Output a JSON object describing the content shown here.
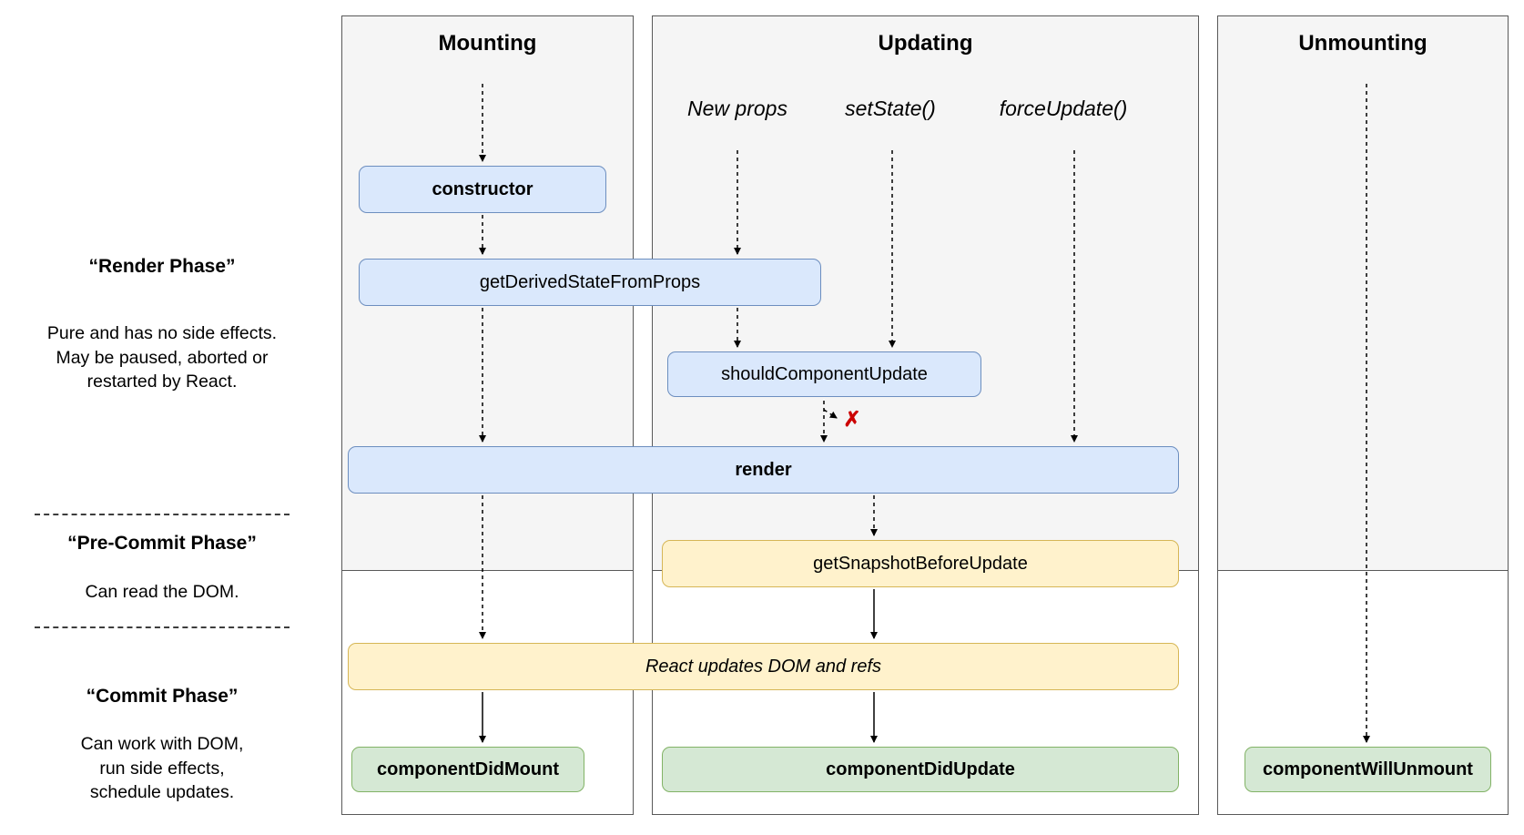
{
  "columns": [
    {
      "id": "mounting",
      "title": "Mounting"
    },
    {
      "id": "updating",
      "title": "Updating"
    },
    {
      "id": "unmounting",
      "title": "Unmounting"
    }
  ],
  "phases": [
    {
      "title": "“Render Phase”",
      "lines": [
        "Pure and has no side effects.",
        "May be paused, aborted or",
        "restarted by React."
      ]
    },
    {
      "title": "“Pre-Commit Phase”",
      "lines": [
        "Can read the DOM."
      ]
    },
    {
      "title": "“Commit Phase”",
      "lines": [
        "Can work with DOM,",
        "run side effects,",
        "schedule updates."
      ]
    }
  ],
  "triggers": [
    {
      "label": "New props"
    },
    {
      "label": "setState()"
    },
    {
      "label": "forceUpdate()"
    }
  ],
  "boxes": {
    "constructor": {
      "label": "constructor"
    },
    "getDerivedStateFromProps": {
      "label": "getDerivedStateFromProps"
    },
    "shouldComponentUpdate": {
      "label": "shouldComponentUpdate"
    },
    "render": {
      "label": "render"
    },
    "getSnapshotBeforeUpdate": {
      "label": "getSnapshotBeforeUpdate"
    },
    "reactUpdates": {
      "label": "React updates DOM and refs"
    },
    "componentDidMount": {
      "label": "componentDidMount"
    },
    "componentDidUpdate": {
      "label": "componentDidUpdate"
    },
    "componentWillUnmount": {
      "label": "componentWillUnmount"
    }
  },
  "icons": {
    "halt_x": "✗"
  },
  "colors": {
    "box_blue_fill": "#dae8fc",
    "box_blue_border": "#6c8ebf",
    "box_yellow_fill": "#fff2cc",
    "box_yellow_border": "#d6b656",
    "box_green_fill": "#d5e8d4",
    "box_green_border": "#82b366",
    "halt_x_red": "#cc0000",
    "column_section_fill": "#f5f5f5",
    "arrow": "#000000"
  }
}
